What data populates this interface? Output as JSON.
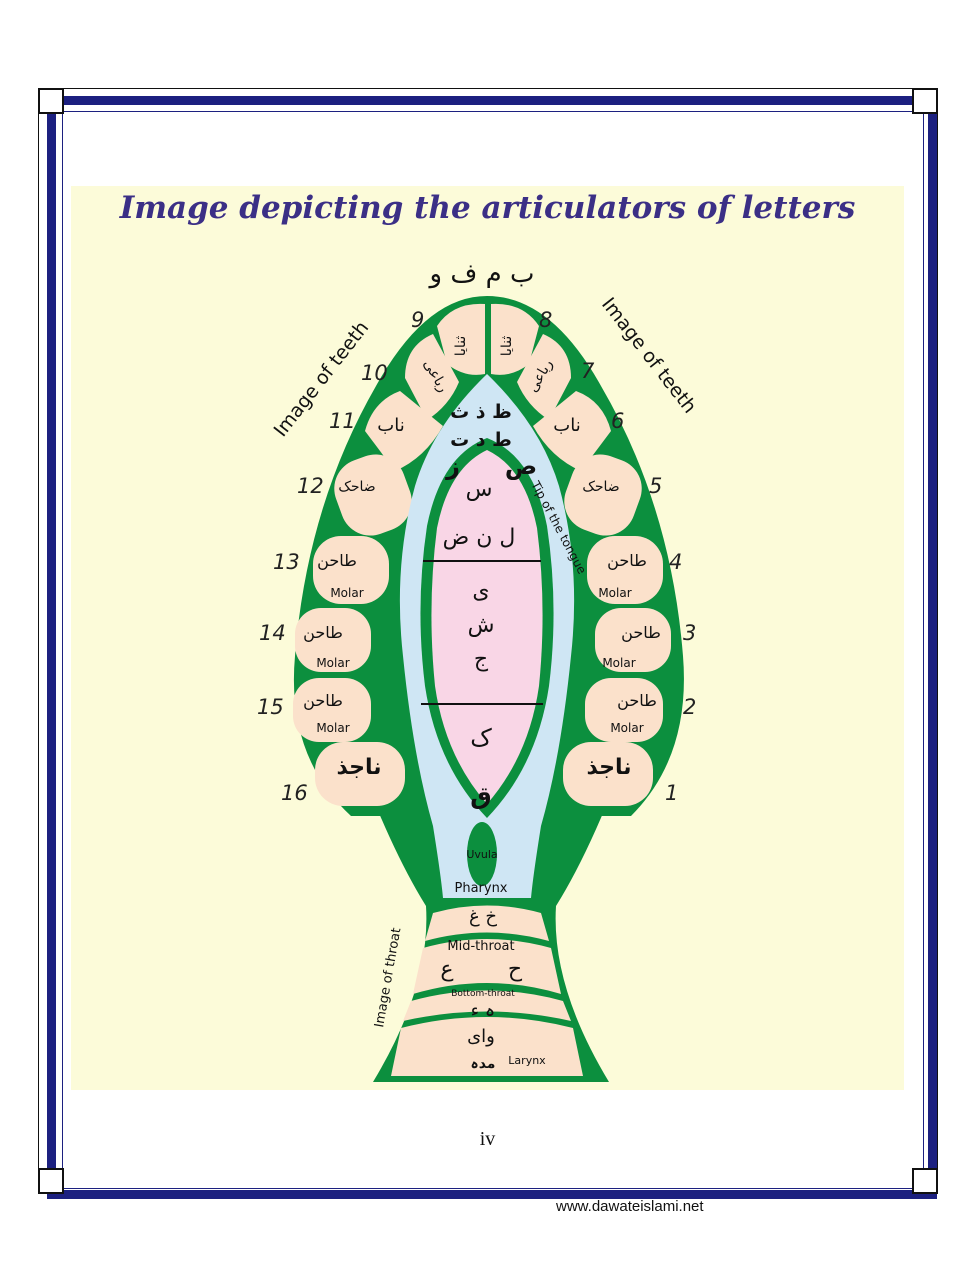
{
  "title": "Image depicting the articulators of letters",
  "lips_letters": "ب م ف و",
  "teeth_label_left": "Image of teeth",
  "teeth_label_right": "Image of teeth",
  "tongue_tip_label": "Tip of the tongue",
  "throat_label": "Image of throat",
  "numbers": [
    "1",
    "2",
    "3",
    "4",
    "5",
    "6",
    "7",
    "8",
    "9",
    "10",
    "11",
    "12",
    "13",
    "14",
    "15",
    "16"
  ],
  "teeth": {
    "t1": "ناجذ",
    "t2": "طاحن",
    "t3": "طاحن",
    "t4": "طاحن",
    "t5": "ضاحک",
    "t6": "ناب",
    "t7": "رباعی",
    "t8": "ثنایا",
    "t9": "ثنایا",
    "t10": "رباعی",
    "t11": "ناب",
    "t12": "ضاحک",
    "t13": "طاحن",
    "t14": "طاحن",
    "t15": "طاحن",
    "t16": "ناجذ"
  },
  "molar": "Molar",
  "tongue": {
    "row1": "ظ ذ ث",
    "row2": "ط د ت",
    "zay": "ز",
    "sad": "ص",
    "seen": "س",
    "row3": "ل ن ض",
    "ya": "ی",
    "sheen": "ش",
    "jeem": "ج",
    "kaf": "ک",
    "qaf": "ق"
  },
  "uvula": "Uvula",
  "pharynx": "Pharynx",
  "throat": {
    "top_letters": "خ غ",
    "mid_label": "Mid-throat",
    "mid_ain": "ع",
    "mid_ha": "ح",
    "bottom_label": "Bottom-throat",
    "bottom_letters": "ہ ء",
    "larynx_letters": "وای",
    "madd": "مدہ",
    "larynx": "Larynx"
  },
  "page_number": "iv",
  "website": "www.dawateislami.net",
  "colors": {
    "green": "#0c8f3e",
    "tooth": "#fbe1cb",
    "tongue": "#cfe6f4",
    "pink": "#f9d6e6",
    "title": "#3b2f86",
    "frame": "#1c2080"
  }
}
